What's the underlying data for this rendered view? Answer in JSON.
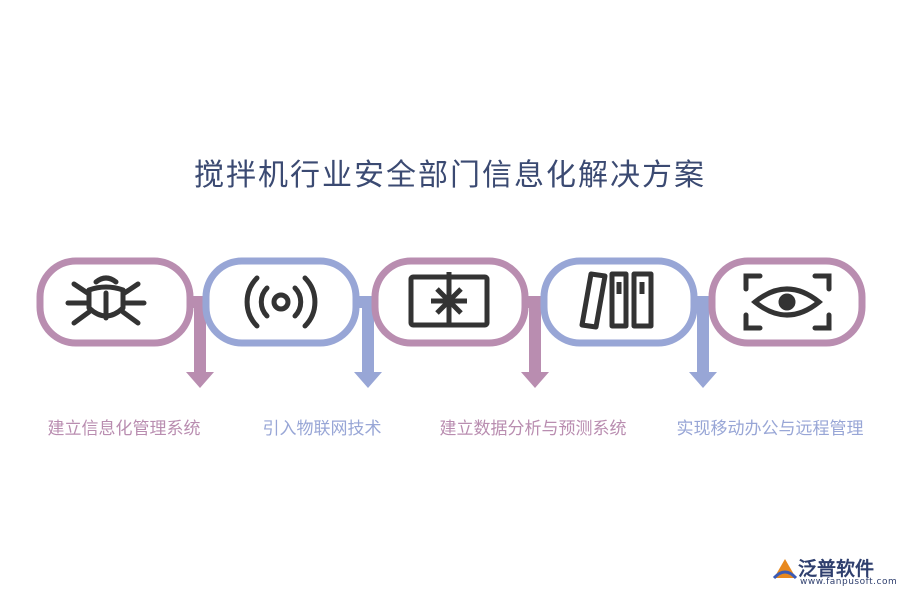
{
  "title": "搅拌机行业安全部门信息化解决方案",
  "colors": {
    "pink": "#b98db0",
    "blue": "#98a6d6",
    "icon": "#333333",
    "title": "#3b4a72"
  },
  "nodes": [
    {
      "icon": "bug-icon",
      "color": "#b98db0"
    },
    {
      "icon": "signal-icon",
      "color": "#98a6d6"
    },
    {
      "icon": "gift-icon",
      "color": "#b98db0"
    },
    {
      "icon": "books-icon",
      "color": "#98a6d6"
    },
    {
      "icon": "scan-eye-icon",
      "color": "#b98db0"
    }
  ],
  "steps": [
    {
      "label": "建立信息化管理系统",
      "color": "#b98db0"
    },
    {
      "label": "引入物联网技术",
      "color": "#98a6d6"
    },
    {
      "label": "建立数据分析与预测系统",
      "color": "#b98db0"
    },
    {
      "label": "实现移动办公与远程管理",
      "color": "#98a6d6"
    }
  ],
  "logo": {
    "name": "泛普软件",
    "url": "www.fanpusoft.com"
  }
}
